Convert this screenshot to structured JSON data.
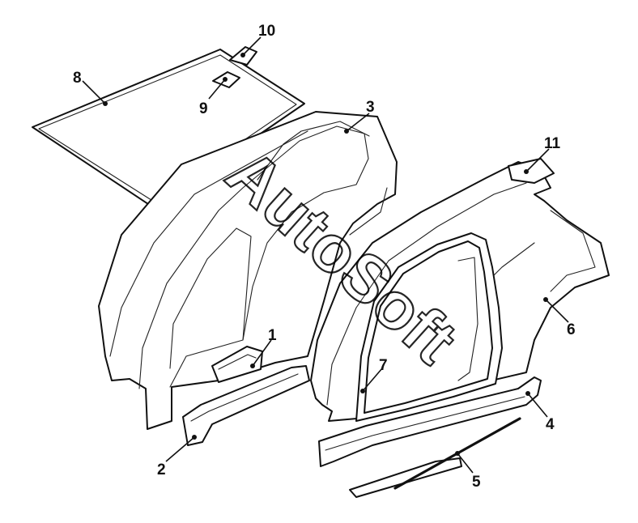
{
  "watermark": "AutoSoft",
  "callouts": [
    {
      "label": "1"
    },
    {
      "label": "2"
    },
    {
      "label": "3"
    },
    {
      "label": "4"
    },
    {
      "label": "5"
    },
    {
      "label": "6"
    },
    {
      "label": "7"
    },
    {
      "label": "8"
    },
    {
      "label": "9"
    },
    {
      "label": "10"
    },
    {
      "label": "11"
    }
  ]
}
